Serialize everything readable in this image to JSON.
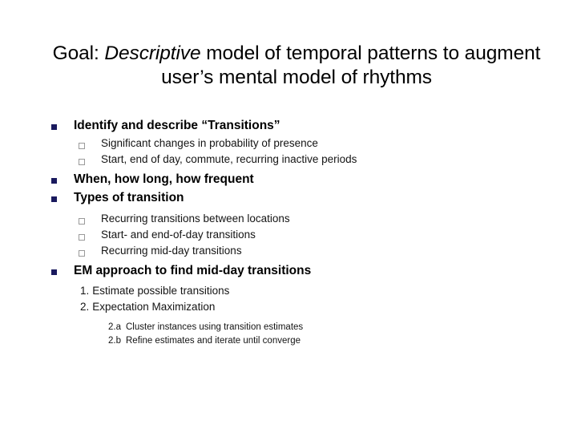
{
  "slide": {
    "title": {
      "prefix": "Goal: ",
      "emphasis": "Descriptive",
      "suffix": " model of temporal patterns to augment user’s mental model of rhythms"
    },
    "colors": {
      "background": "#ffffff",
      "title_text": "#000000",
      "body_text": "#141414",
      "bullet_level1": "#1a1a5e",
      "bullet_level2_border": "#9a9a9a"
    },
    "bullets": {
      "level1_marker": "filled-square-bullet",
      "level2_marker": "hollow-square-bullet"
    },
    "content": [
      {
        "level": 1,
        "text": "Identify and describe “Transitions”"
      },
      {
        "level": 2,
        "text": "Significant changes in probability of presence"
      },
      {
        "level": 2,
        "text": "Start, end of day, commute, recurring inactive periods"
      },
      {
        "level": 1,
        "text": "When, how long, how frequent"
      },
      {
        "level": 1,
        "text": "Types of transition"
      },
      {
        "level": 2,
        "text": "Recurring transitions between locations"
      },
      {
        "level": 2,
        "text": "Start- and end-of-day transitions"
      },
      {
        "level": 2,
        "text": "Recurring mid-day transitions"
      },
      {
        "level": 1,
        "text": "EM approach to find mid-day transitions"
      },
      {
        "level": 3,
        "number": "1.",
        "text": "Estimate possible transitions"
      },
      {
        "level": 3,
        "number": "2.",
        "text": "Expectation Maximization"
      },
      {
        "level": 4,
        "number": "2.a",
        "text": "Cluster instances using transition estimates"
      },
      {
        "level": 4,
        "number": "2.b",
        "text": "Refine estimates and iterate until converge"
      }
    ]
  }
}
